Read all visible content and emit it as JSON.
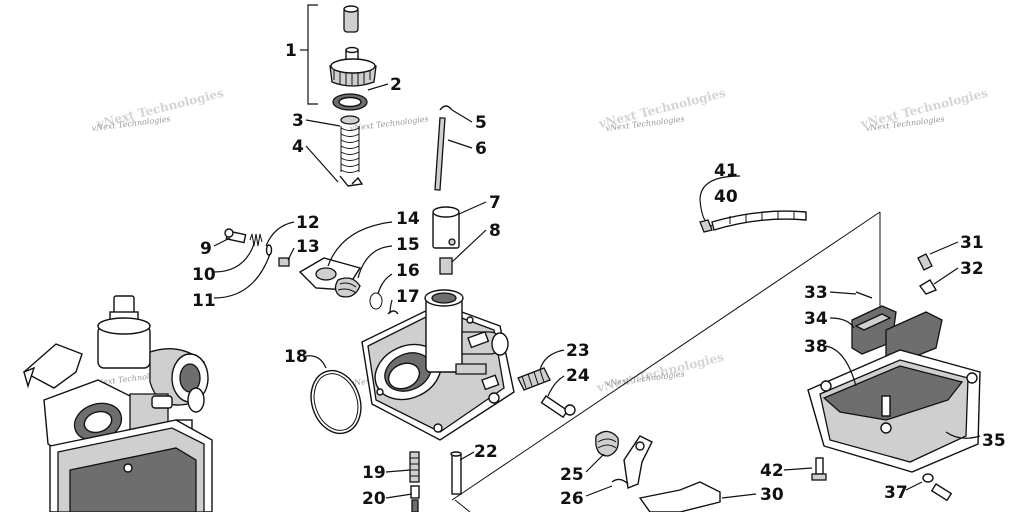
{
  "diagram": {
    "watermark_text": "vNext Technologies",
    "callouts": [
      {
        "id": "c1",
        "label": "1"
      },
      {
        "id": "c2",
        "label": "2"
      },
      {
        "id": "c3",
        "label": "3"
      },
      {
        "id": "c4",
        "label": "4"
      },
      {
        "id": "c5",
        "label": "5"
      },
      {
        "id": "c6",
        "label": "6"
      },
      {
        "id": "c7",
        "label": "7"
      },
      {
        "id": "c8",
        "label": "8"
      },
      {
        "id": "c9",
        "label": "9"
      },
      {
        "id": "c10",
        "label": "10"
      },
      {
        "id": "c11",
        "label": "11"
      },
      {
        "id": "c12",
        "label": "12"
      },
      {
        "id": "c13",
        "label": "13"
      },
      {
        "id": "c14",
        "label": "14"
      },
      {
        "id": "c15",
        "label": "15"
      },
      {
        "id": "c16",
        "label": "16"
      },
      {
        "id": "c17",
        "label": "17"
      },
      {
        "id": "c18",
        "label": "18"
      },
      {
        "id": "c19",
        "label": "19"
      },
      {
        "id": "c20",
        "label": "20"
      },
      {
        "id": "c22",
        "label": "22"
      },
      {
        "id": "c23",
        "label": "23"
      },
      {
        "id": "c24",
        "label": "24"
      },
      {
        "id": "c25",
        "label": "25"
      },
      {
        "id": "c26",
        "label": "26"
      },
      {
        "id": "c30",
        "label": "30"
      },
      {
        "id": "c31",
        "label": "31"
      },
      {
        "id": "c32",
        "label": "32"
      },
      {
        "id": "c33",
        "label": "33"
      },
      {
        "id": "c34",
        "label": "34"
      },
      {
        "id": "c35",
        "label": "35"
      },
      {
        "id": "c37",
        "label": "37"
      },
      {
        "id": "c38",
        "label": "38"
      },
      {
        "id": "c40",
        "label": "40"
      },
      {
        "id": "c41",
        "label": "41"
      },
      {
        "id": "c42",
        "label": "42"
      }
    ]
  }
}
